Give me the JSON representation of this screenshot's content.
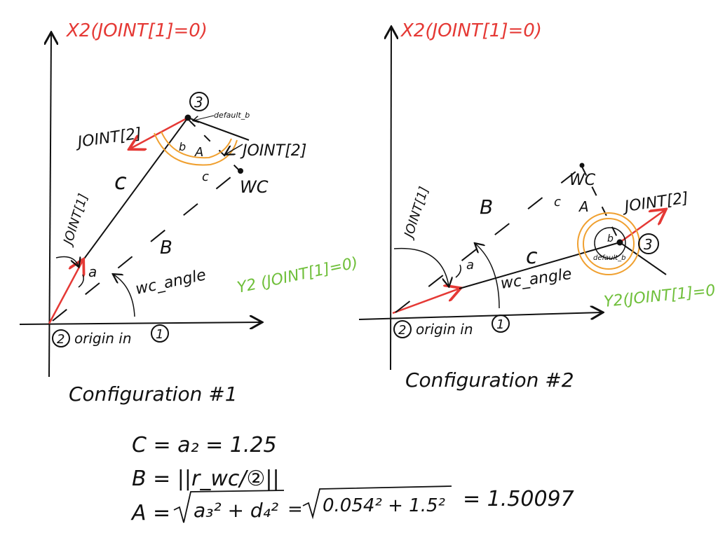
{
  "config1": {
    "x2_label": "X2(JOINT[1]=0)",
    "y2_label": "Y2 (JOINT[1]=0)",
    "joint2_label_left": "JOINT[2]",
    "joint2_label_right": "JOINT[2]",
    "joint1_label": "JOINT[1]",
    "node3": "3",
    "default_b": "default_b",
    "wc": "WC",
    "c_side": "c",
    "B_side": "B",
    "a_angle": "a",
    "b_angle": "b",
    "A_angle": "A",
    "c_angle": "c",
    "wc_angle": "wc_angle",
    "origin_node": "2",
    "origin_text": "origin in",
    "origin_ref": "1",
    "caption": "Configuration #1"
  },
  "config2": {
    "x2_label": "X2(JOINT[1]=0)",
    "y2_label": "Y2(JOINT[1]=0",
    "joint2_label": "JOINT[2]",
    "joint1_label": "JOINT[1]",
    "node3": "3",
    "default_b": "default_b",
    "wc": "WC",
    "B_side": "B",
    "c_side": "c",
    "a_angle": "a",
    "A_angle": "A",
    "c_angle": "c",
    "b_angle": "b",
    "wc_angle": "wc_angle",
    "origin_node": "2",
    "origin_text": "origin in",
    "origin_ref": "1",
    "caption": "Configuration #2"
  },
  "equations": {
    "eq_c": "C = a₂ = 1.25",
    "eq_b": "B = ||r_wc/②||",
    "eq_a_lhs": "A =",
    "eq_a_root1": "a₃² + d₄²",
    "eq_a_eq": "=",
    "eq_a_root2": "0.054² + 1.5²",
    "eq_a_result": "= 1.50097"
  },
  "colors": {
    "ink": "#111111",
    "red": "#e53935",
    "green": "#6fbf3a",
    "orange": "#f0a030"
  }
}
